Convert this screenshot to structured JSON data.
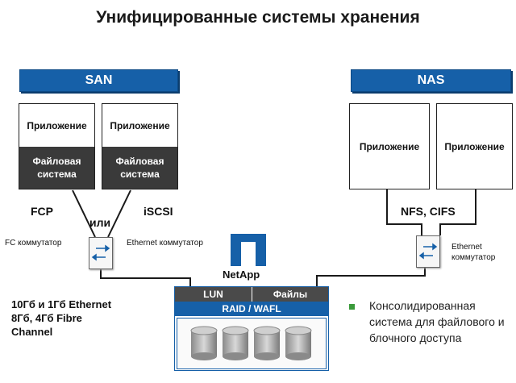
{
  "title": "Унифицированные системы хранения",
  "san": {
    "header": "SAN",
    "app1": "Приложение",
    "fs1": "Файловая система",
    "app2": "Приложение",
    "fs2": "Файловая система",
    "fcp": "FCP",
    "or": "или",
    "iscsi": "iSCSI",
    "fc_switch": "FC коммутатор",
    "eth_switch": "Ethernet коммутатор"
  },
  "nas": {
    "header": "NAS",
    "app1": "Приложение",
    "app2": "Приложение",
    "protocols": "NFS, CIFS",
    "eth_switch": "Ethernet коммутатор"
  },
  "storage": {
    "brand": "NetApp",
    "lun": "LUN",
    "files": "Файлы",
    "raid": "RAID / WAFL"
  },
  "speeds": {
    "line1": "10Гб и 1Гб Ethernet",
    "line2": "8Гб, 4Гб Fibre",
    "line3": "Channel"
  },
  "bullet_text": "Консолидированная система для файлового и блочного доступа",
  "colors": {
    "accent": "#1660a8",
    "dark": "#3a3a3a",
    "bullet": "#3a9a3a"
  }
}
